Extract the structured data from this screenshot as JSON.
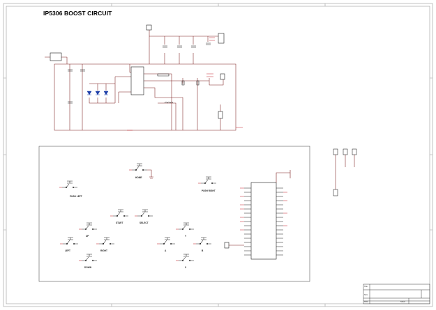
{
  "title": "IP5306 BOOST CIRCUIT",
  "colors": {
    "wire": "#7a1a1a",
    "part": "#1c1c1c",
    "net": "#c4202a",
    "led": "#1d3ea8",
    "border": "#9a9a9a"
  },
  "buttons": [
    {
      "name": "button-home",
      "label": "HOME"
    },
    {
      "name": "button-push-left",
      "label": "PUSH LEFT"
    },
    {
      "name": "button-push-right",
      "label": "PUSH RIGHT"
    },
    {
      "name": "button-start",
      "label": "START"
    },
    {
      "name": "button-select",
      "label": "SELECT"
    },
    {
      "name": "button-up",
      "label": "UP"
    },
    {
      "name": "button-left",
      "label": "LEFT"
    },
    {
      "name": "button-right",
      "label": "RIGHT"
    },
    {
      "name": "button-down",
      "label": "DOWN"
    },
    {
      "name": "button-y",
      "label": "Y"
    },
    {
      "name": "button-a",
      "label": "A"
    },
    {
      "name": "button-b",
      "label": "B"
    },
    {
      "name": "button-x",
      "label": "X"
    }
  ],
  "titleblock": {
    "label_title": "Title",
    "label_size": "Size",
    "label_date": "Date",
    "label_sheet": "Sheet"
  }
}
